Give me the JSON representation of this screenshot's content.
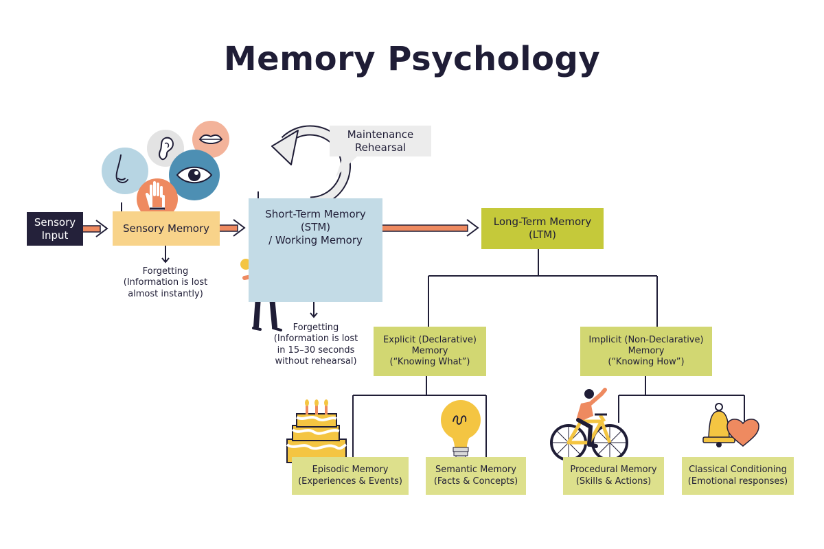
{
  "title": "Memory Psychology",
  "nodes": {
    "sensory_input": [
      "Sensory",
      "Input"
    ],
    "sensory_memory": "Sensory Memory",
    "stm": [
      "Short-Term Memory",
      "(STM)",
      "/ Working Memory"
    ],
    "maintenance": [
      "Maintenance",
      "Rehearsal"
    ],
    "ltm": [
      "Long-Term Memory",
      "(LTM)"
    ],
    "explicit": [
      "Explicit (Declarative)",
      "Memory",
      "(“Knowing What”)"
    ],
    "implicit": [
      "Implicit (Non-Declarative)",
      "Memory",
      "(“Knowing How”)"
    ],
    "episodic": [
      "Episodic Memory",
      "(Experiences & Events)"
    ],
    "semantic": [
      "Semantic Memory",
      "(Facts & Concepts)"
    ],
    "procedural": [
      "Procedural Memory",
      "(Skills & Actions)"
    ],
    "classical": [
      "Classical Conditioning",
      "(Emotional responses)"
    ]
  },
  "notes": {
    "forgetting_sensory": [
      "Forgetting",
      "(Information is lost",
      "almost instantly)"
    ],
    "forgetting_stm": [
      "Forgetting",
      "(Information is lost",
      "in 15–30 seconds",
      "without rehearsal)"
    ]
  },
  "icons": [
    "nose-icon",
    "ear-icon",
    "lips-icon",
    "eye-icon",
    "hand-icon",
    "rehearsal-loop-icon",
    "juggler-icon",
    "cake-icon",
    "lightbulb-icon",
    "cyclist-icon",
    "bell-icon",
    "heart-icon"
  ],
  "colors": {
    "ink": "#1f1d36",
    "arrow": "#ee8a60",
    "sensory_yellow": "#f8d38a",
    "stm_blue": "#c3dbe6",
    "ltm_lime": "#c5c93a",
    "category_green": "#d2d772",
    "leaf_green": "#dde08c"
  }
}
